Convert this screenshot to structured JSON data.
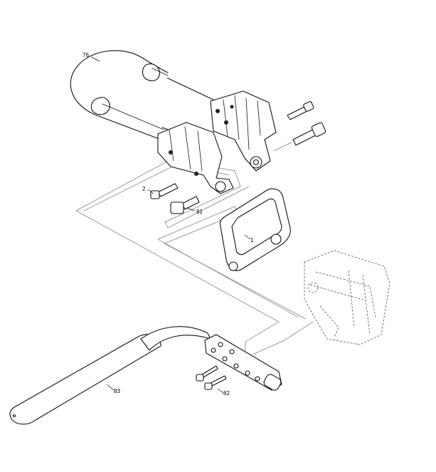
{
  "callouts": [
    {
      "id": "p76",
      "text": "76"
    },
    {
      "id": "p2",
      "text": "2"
    },
    {
      "id": "p81",
      "text": "81"
    },
    {
      "id": "p1",
      "text": "1"
    },
    {
      "id": "p83",
      "text": "83"
    },
    {
      "id": "p82",
      "text": "82"
    }
  ],
  "colors": {
    "line": "#111111",
    "guide": "#9a9a9a",
    "background": "#ffffff"
  }
}
